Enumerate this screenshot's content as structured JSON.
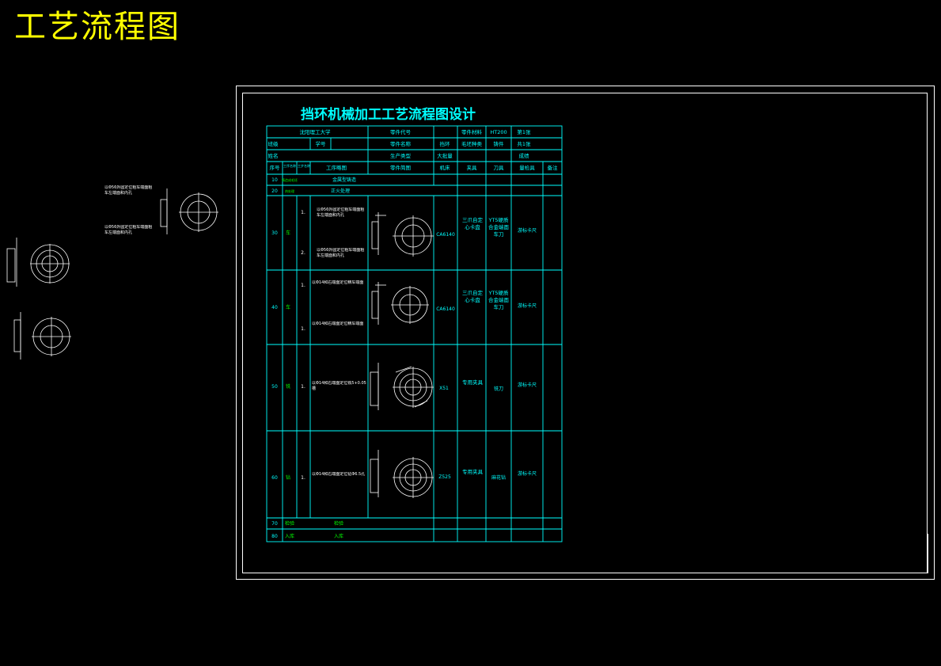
{
  "page": {
    "title": "工艺流程图"
  },
  "drawing": {
    "title": "挡环机械加工工艺流程图设计"
  },
  "header": {
    "school": "沈阳理工大学",
    "part_code_label": "零件代号",
    "material_label": "零件材料",
    "material_value": "HT200",
    "page_label": "第1张",
    "class_label": "班级",
    "student_id_label": "学号",
    "part_name_label": "零件名称",
    "part_name_value": "挡环",
    "blank_type_label": "毛坯种类",
    "blank_type_value": "铸件",
    "total_label": "共1张",
    "name_label": "姓名",
    "production_label": "生产类型",
    "production_value": "大批量",
    "result_label": "成绩"
  },
  "columns": [
    "序号",
    "工序名称",
    "工步名称",
    "工序略图",
    "零件简图",
    "机床",
    "夹具",
    "刀具",
    "量检具",
    "备注"
  ],
  "col_head_small": [
    "工序名称",
    "工步名称"
  ],
  "rows": [
    {
      "no": "10",
      "name": "铸造成毛坯",
      "desc": "金属型铸造"
    },
    {
      "no": "20",
      "name": "热处理",
      "desc": "正火处理"
    },
    {
      "no": "30",
      "name": "车",
      "step1": "1.",
      "text1": "以Φ56外圆定位粗车端面粗车左端面和内孔",
      "step2": "2.",
      "text2": "以Φ56外圆定位粗车端面粗车左端面和内孔",
      "machine": "CA6140",
      "fixture": "三爪自定心卡盘",
      "tool": "YT5硬质合金端面车刀",
      "gauge": "游标卡尺"
    },
    {
      "no": "40",
      "name": "车",
      "step1": "1.",
      "text1": "以Φ14和右端面定位精车端面",
      "step2": "1.",
      "text2": "以Φ14和右端面定位精车端面",
      "machine": "CA6140",
      "fixture": "三爪自定心卡盘",
      "tool": "YT5硬质合金端面车刀",
      "gauge": "游标卡尺"
    },
    {
      "no": "50",
      "name": "铣",
      "step1": "1.",
      "text1": "以Φ14和右端面定位铣5+0.05槽",
      "machine": "X51",
      "fixture": "专用夹具",
      "tool": "铣刀",
      "gauge": "游标卡尺"
    },
    {
      "no": "60",
      "name": "钻",
      "step1": "1.",
      "text1": "以Φ14和右端面定位钻Φ6.5孔",
      "machine": "Z525",
      "fixture": "专用夹具",
      "tool": "麻花钻",
      "gauge": "游标卡尺"
    },
    {
      "no": "70",
      "name": "检验",
      "desc": "检验"
    },
    {
      "no": "80",
      "name": "入库",
      "desc": "入库"
    }
  ],
  "side_notes": {
    "note1": "以Φ56外圆定位粗车端面粗车左端面和内孔",
    "note2": "以Φ56外圆定位粗车端面粗车左端面和内孔"
  },
  "colors": {
    "accent": "#00ffff",
    "title": "#ffff00",
    "frame": "#ffffff",
    "step_name": "#00ff00"
  }
}
